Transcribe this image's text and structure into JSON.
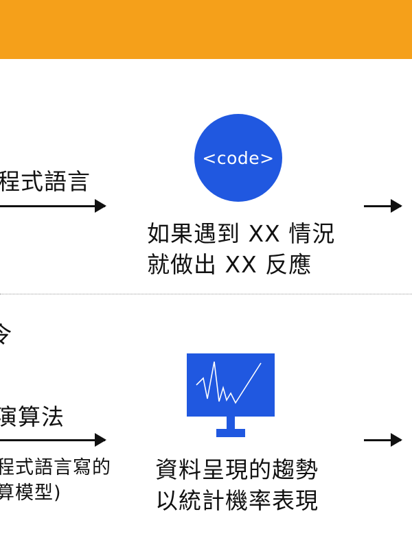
{
  "top": {
    "left_label": "程式語言",
    "code_badge": "<code>",
    "rule_line1": "如果遇到 XX 情況",
    "rule_line2": "就做出 XX 反應"
  },
  "bottom": {
    "partial_top": "令",
    "left_label": "演算法",
    "left_desc_line1": "程式語言寫的",
    "left_desc_line2": "算模型)",
    "stat_line1": "資料呈現的趨勢",
    "stat_line2": "以統計機率表現"
  },
  "icons": [
    "code-icon",
    "monitor-chart-icon",
    "right-arrow-icon"
  ],
  "colors": {
    "accent_bar": "#f5a01a",
    "icon_blue": "#2058e0"
  }
}
